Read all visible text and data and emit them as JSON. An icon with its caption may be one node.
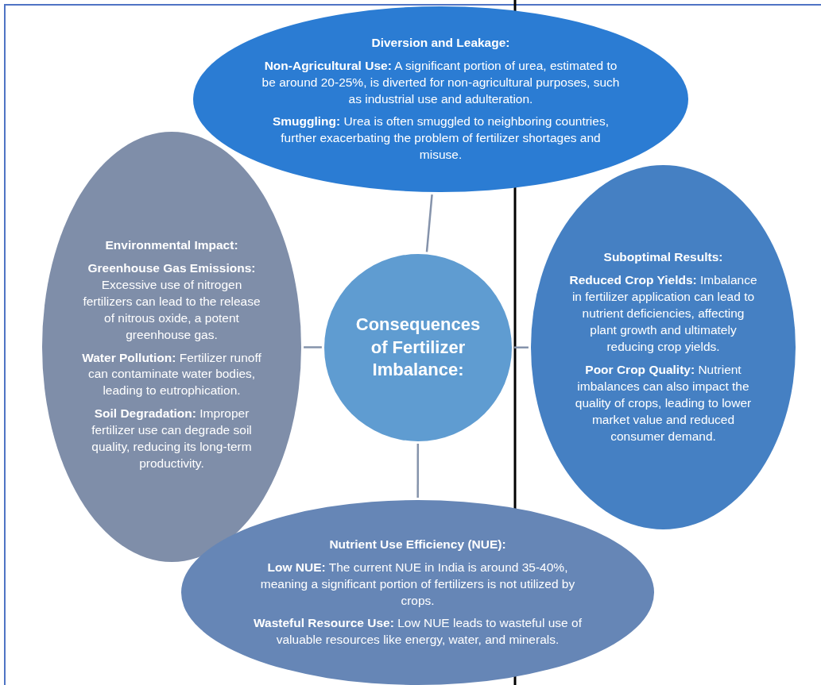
{
  "diagram": {
    "nodes": [
      {
        "text": [
          "Diversion and Leakage:",
          "**Non-Agricultural Use:** A significant portion of urea, estimated to be around 20-25%, is diverted for non-agricultural purposes, such as industrial use and adulteration.",
          "**Smuggling:** Urea is often smuggled to neighboring countries, further exacerbating the problem of fertilizer shortages and misuse."
        ]
      },
      {
        "text": [
          "Environmental Impact:",
          "**Greenhouse Gas Emissions:** Excessive use of nitrogen fertilizers can lead to the release of nitrous oxide, a potent greenhouse gas.",
          "**Water Pollution:** Fertilizer runoff can contaminate water bodies, leading to eutrophication.",
          "**Soil Degradation:** Improper fertilizer use can degrade soil quality, reducing its long-term productivity."
        ]
      },
      {
        "text": [
          "Consequences of Fertilizer Imbalance:"
        ]
      },
      {
        "text": [
          "Suboptimal Results:",
          "**Reduced Crop Yields:** Imbalance in fertilizer application can lead to nutrient deficiencies, affecting plant growth and ultimately reducing crop yields.",
          "**Poor Crop Quality:** Nutrient imbalances can also impact the quality of crops, leading to lower market value and reduced consumer demand."
        ]
      },
      {
        "text": [
          "Nutrient Use Efficiency (NUE):",
          "**Low NUE:** The current NUE in India is around 35-40%, meaning a significant portion of fertilizers is not utilized by crops.",
          "**Wasteful Resource Use:** Low NUE leads to wasteful use of valuable resources like energy, water, and minerals."
        ]
      }
    ],
    "edges": [
      {
        "from": 2,
        "to": 0,
        "arrow": "none"
      },
      {
        "from": 2,
        "to": 1,
        "arrow": "none"
      },
      {
        "from": 2,
        "to": 3,
        "arrow": "none"
      },
      {
        "from": 2,
        "to": 4,
        "arrow": "none"
      }
    ]
  }
}
